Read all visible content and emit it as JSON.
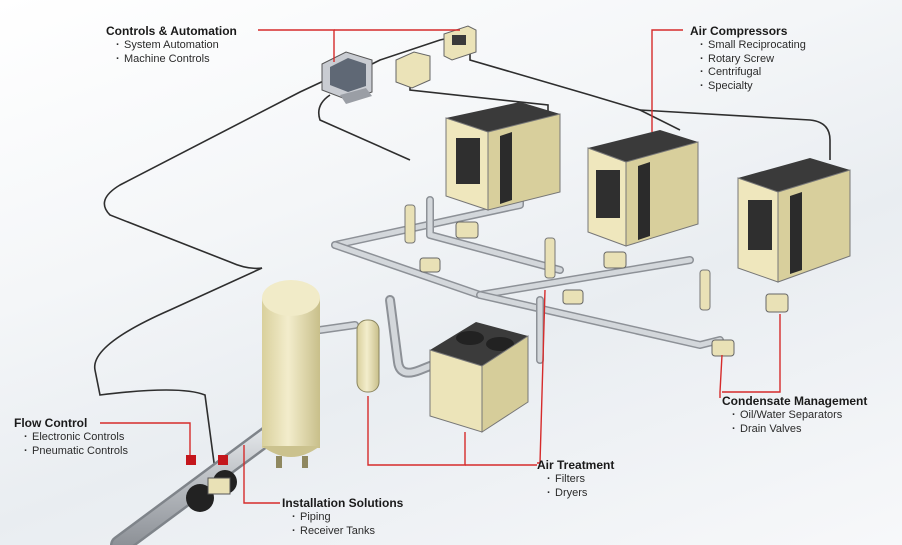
{
  "callouts": {
    "controls": {
      "heading": "Controls & Automation",
      "items": [
        "System Automation",
        "Machine Controls"
      ]
    },
    "compressors": {
      "heading": "Air Compressors",
      "items": [
        "Small Reciprocating",
        "Rotary Screw",
        "Centrifugal",
        "Specialty"
      ]
    },
    "condensate": {
      "heading": "Condensate Management",
      "items": [
        "Oil/Water Separators",
        "Drain Valves"
      ]
    },
    "treatment": {
      "heading": "Air Treatment",
      "items": [
        "Filters",
        "Dryers"
      ]
    },
    "installation": {
      "heading": "Installation Solutions",
      "items": [
        "Piping",
        "Receiver Tanks"
      ]
    },
    "flow": {
      "heading": "Flow Control",
      "items": [
        "Electronic Controls",
        "Pneumatic Controls"
      ]
    }
  },
  "colors": {
    "leader": "#d62b2b",
    "unit_beige": "#e7dfb5",
    "unit_dark": "#2a2a2a",
    "pipe": "#b8bcc2"
  }
}
